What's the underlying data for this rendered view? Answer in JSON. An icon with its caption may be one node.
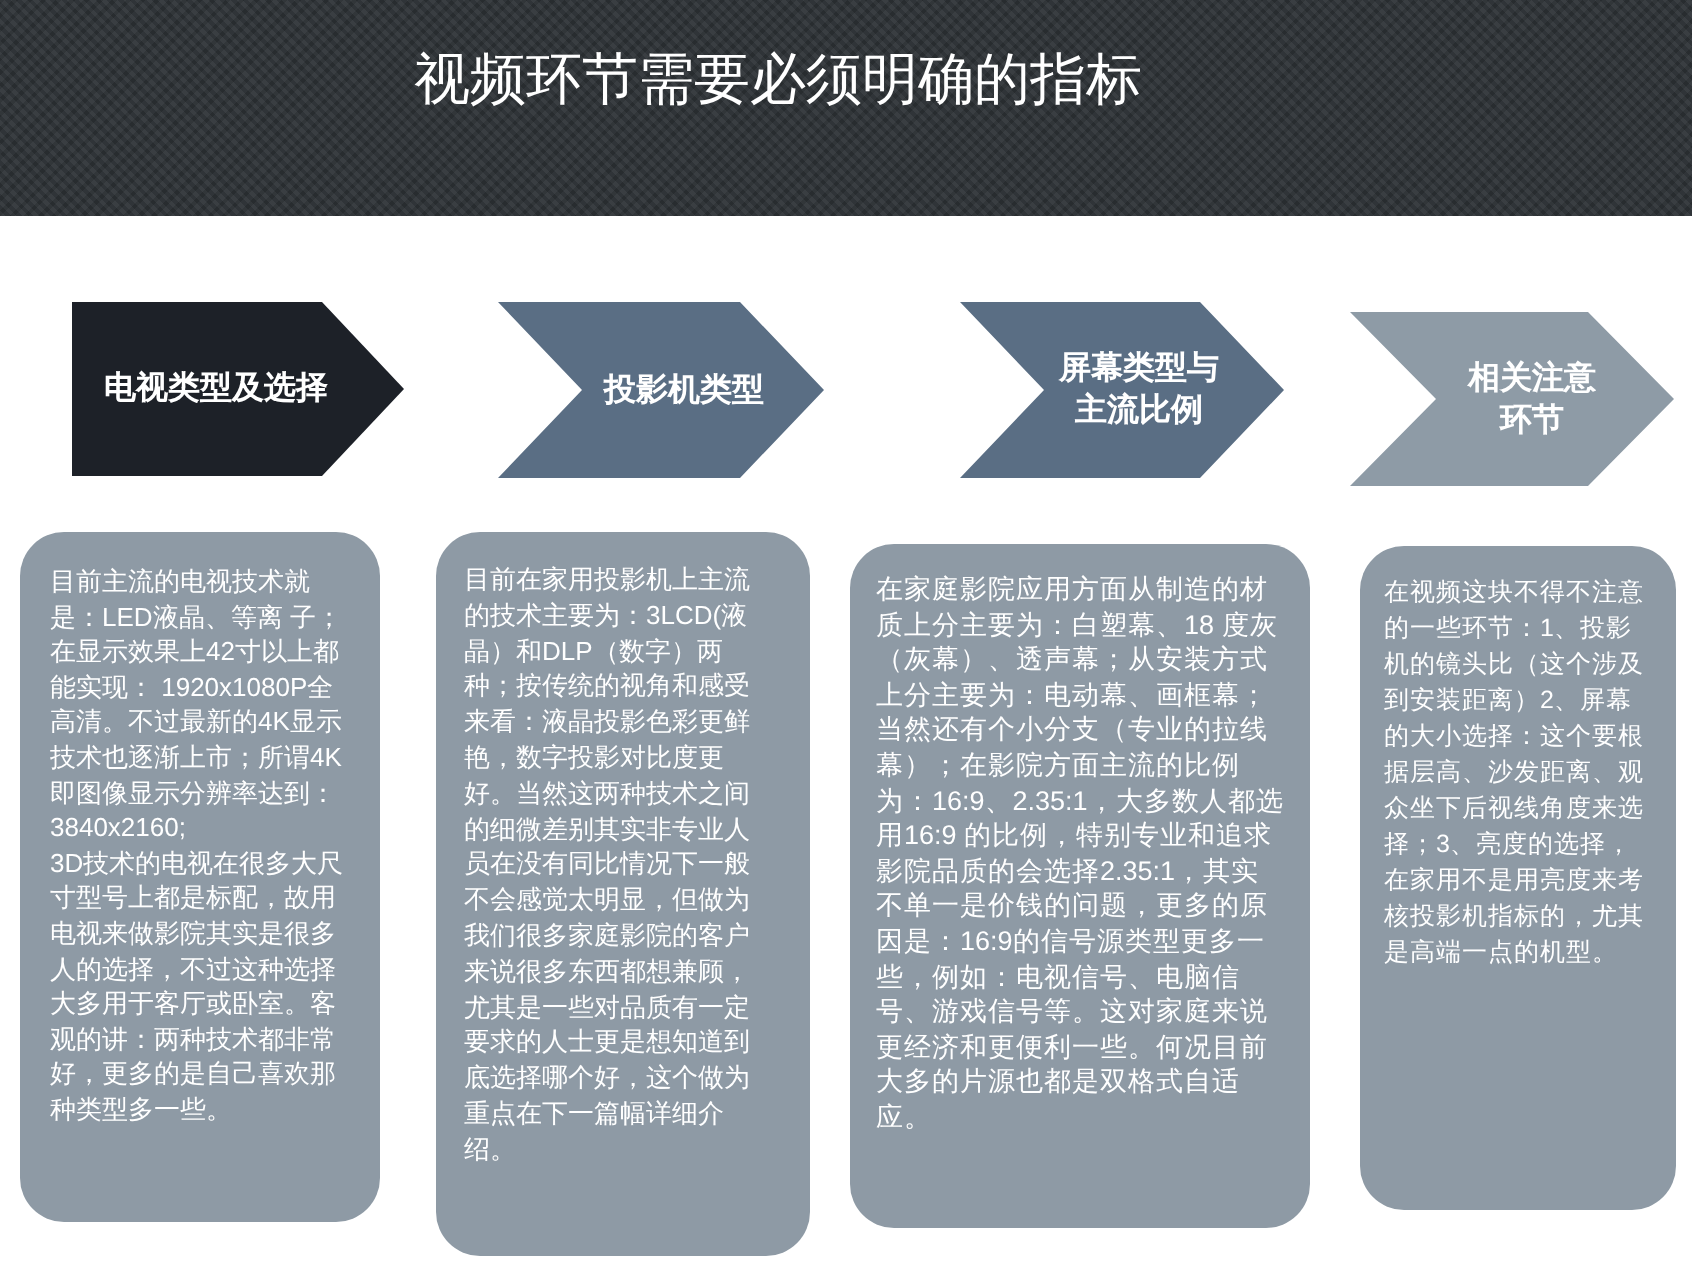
{
  "diagram": {
    "title": "视频环节需要必须明确的指标",
    "nodes": [
      {
        "text": [
          "电视类型及选择"
        ]
      },
      {
        "text": [
          "投影机类型"
        ]
      },
      {
        "text": [
          "屏幕类型与主流比例"
        ]
      },
      {
        "text": [
          "相关注意环节"
        ]
      },
      {
        "text": [
          "目前主流的电视技术就是：LED液晶、等离 子；在显示效果上42寸以上都能实现： 1920x1080P全高清。不过最新的4K显示技术也逐渐上市；所谓4K即图像显示分辨率达到：3840x2160;",
          "3D技术的电视在很多大尺寸型号上都是标配，故用电视来做影院其实是很多人的选择，不过这种选择大多用于客厅或卧室。客观的讲：两种技术都非常好，更多的是自己喜欢那种类型多一些。"
        ]
      },
      {
        "text": [
          "目前在家用投影机上主流的技术主要为：3LCD(液晶）和DLP（数字）两种；按传统的视角和感受来看：液晶投影色彩更鲜艳，数字投影对比度更好。当然这两种技术之间的细微差别其实非专业人员在没有同比情况下一般不会感觉太明显，但做为我们很多家庭影院的客户来说很多东西都想兼顾，尤其是一些对品质有一定要求的人士更是想知道到底选择哪个好，这个做为重点在下一篇幅详细介绍。"
        ]
      },
      {
        "text": [
          "在家庭影院应用方面从制造的材质上分主要为：白塑幕、18 度灰（灰幕）、透声幕；从安装方式上分主要为：电动幕、画框幕；当然还有个小分支（专业的拉线幕）；在影院方面主流的比例为：16:9、2.35:1，大多数人都选用16:9 的比例，特别专业和追求影院品质的会选择2.35:1，其实不单一是价钱的问题，更多的原因是：16:9的信号源类型更多一些，例如：电视信号、电脑信号、游戏信号等。这对家庭来说更经济和更便利一些。何况目前大多的片源也都是双格式自适应。"
        ]
      },
      {
        "text": [
          "在视频这块不得不注意的一些环节：1、投影机的镜头比（这个涉及到安装距离）2、屏幕的大小选择：这个要根据层高、沙发距离、观众坐下后视线角度来选择；3、亮度的选择，在家用不是用亮度来考核投影机指标的，尤其是高端一点的机型。"
        ]
      }
    ]
  }
}
